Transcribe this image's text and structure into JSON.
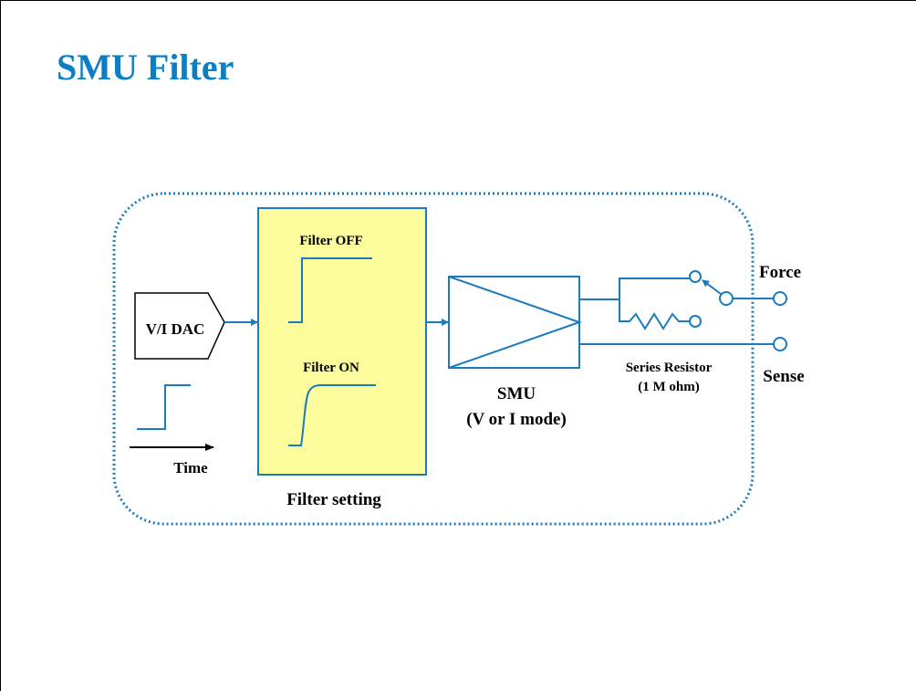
{
  "slide": {
    "title": "SMU Filter"
  },
  "diagram": {
    "dac_label": "V/I DAC",
    "time_label": "Time",
    "filter_off_label": "Filter OFF",
    "filter_on_label": "Filter ON",
    "filter_setting_label": "Filter setting",
    "smu_label_line1": "SMU",
    "smu_label_line2": "(V or I mode)",
    "series_resistor_line1": "Series Resistor",
    "series_resistor_line2": "(1 M ohm)",
    "force_label": "Force",
    "sense_label": "Sense"
  },
  "colors": {
    "accent": "#0b7fc6",
    "line": "#1a7bbf",
    "filter_box_fill": "#fdfd9e",
    "filter_box_border": "#1a7bbf"
  }
}
